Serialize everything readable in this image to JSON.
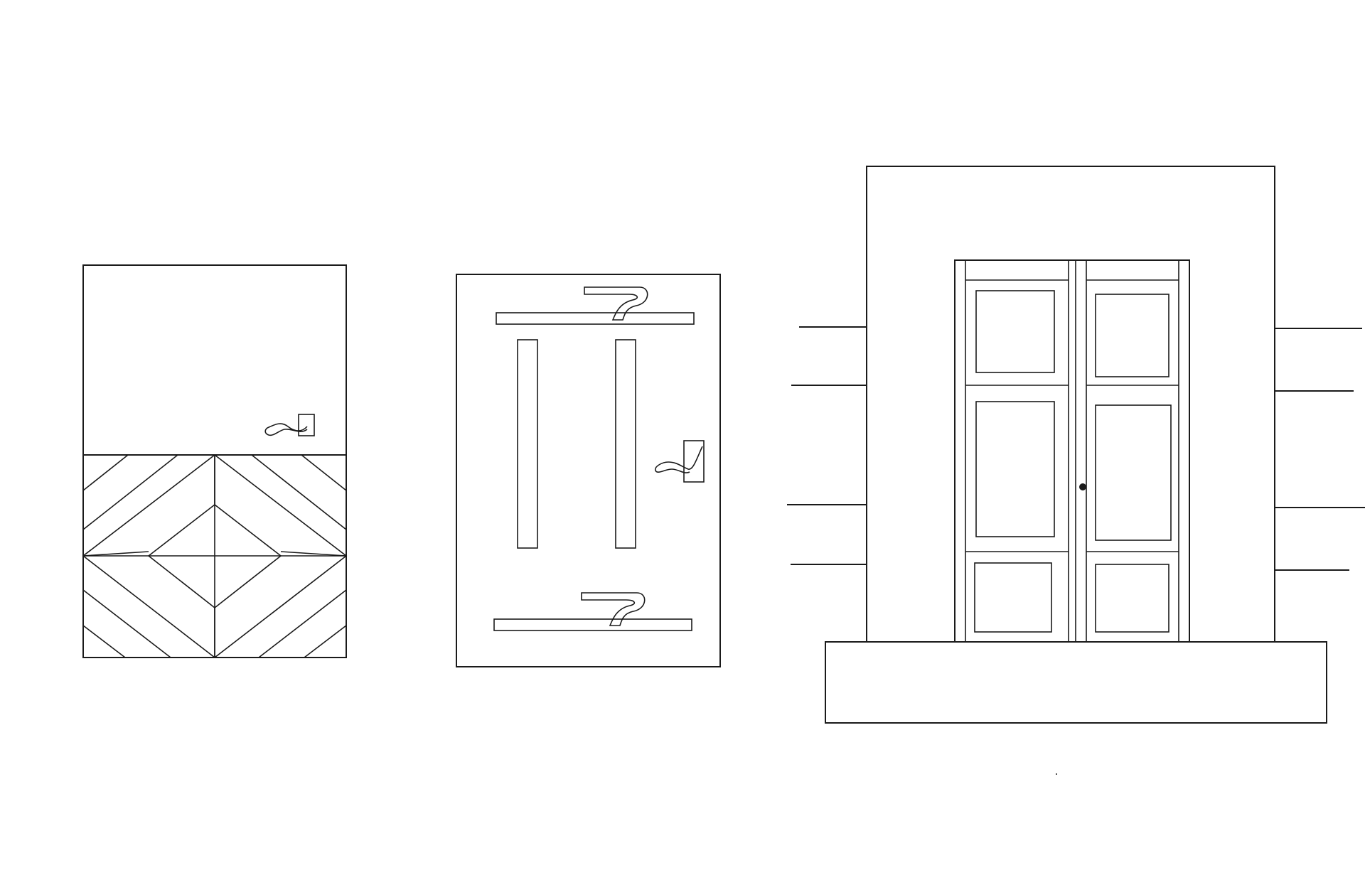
{
  "drawing": {
    "background": "#ffffff",
    "line_color": "#1a1a1a",
    "doors": [
      {
        "name": "door-diamond-pattern",
        "handle_icon": "lever-handle-icon"
      },
      {
        "name": "door-bar-pattern",
        "handle_icon": "lever-handle-icon"
      },
      {
        "name": "door-double-panel",
        "handle_icon": "knob-icon"
      }
    ]
  }
}
